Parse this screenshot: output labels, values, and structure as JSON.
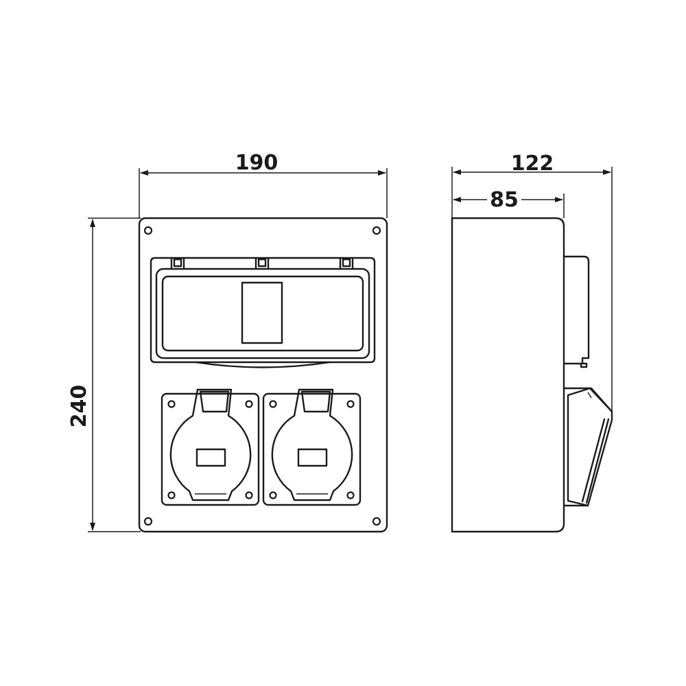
{
  "dimensions": {
    "front_width": "190",
    "front_height": "240",
    "side_total_depth": "122",
    "side_body_depth": "85"
  }
}
